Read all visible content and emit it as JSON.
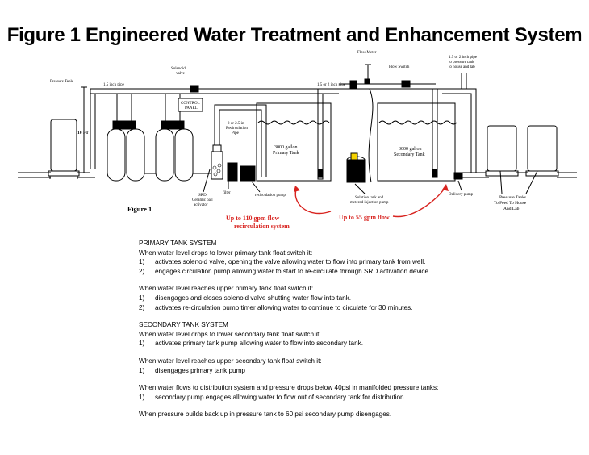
{
  "title": "Figure 1 Engineered Water Treatment and Enhancement System",
  "diagram": {
    "figure_label": "Figure 1",
    "labels": {
      "pressure_tank": "Pressure Tank",
      "solenoid_valve_1": "Solenoid",
      "solenoid_valve_2": "valve",
      "pipe_1_5_left": "1.5 inch pipe",
      "pipe_1_5_mid": "1.5 or 2 inch pipe",
      "flow_meter": "Flow Meter",
      "flow_switch": "Flow Switch",
      "pipe_top_right_1": "1.5 or 2 inch pipe",
      "pipe_top_right_2": "to pressure tank",
      "pipe_top_right_3": "to house and lab",
      "height": "10 FT",
      "control_panel_1": "CONTROL",
      "control_panel_2": "PANEL",
      "recirc_pipe_1": "2 or 2.5 in",
      "recirc_pipe_2": "Recirculation",
      "recirc_pipe_3": "Pipe",
      "primary_tank_1": "3000 gallon",
      "primary_tank_2": "Primary Tank",
      "secondary_tank_1": "3000 gallon",
      "secondary_tank_2": "Secondary Tank",
      "srd_1": "SRD",
      "srd_2": "Ceramic ball",
      "srd_3": "activator",
      "filter": "filter",
      "recirc_pump": "recirculation pump",
      "solution_tank_1": "Solution tank and",
      "solution_tank_2": "metered injection pump",
      "delivery_pump": "Delivery pump",
      "pressure_tanks_1": "Pressure Tanks",
      "pressure_tanks_2": "To Feed To House",
      "pressure_tanks_3": "And Lab"
    },
    "callouts": {
      "recirc_flow_1": "Up to 110 gpm flow",
      "recirc_flow_2": "recirculation system",
      "flow_55": "Up to 55 gpm flow"
    },
    "accent_color": "#d8231f"
  },
  "description": {
    "primary_heading": "PRIMARY TANK SYSTEM",
    "primary_low": "When water level drops to lower primary tank float switch it:",
    "primary_low_1_num": "1)",
    "primary_low_1": "activates solenoid valve, opening the valve allowing water to flow into primary tank from well.",
    "primary_low_2_num": "2)",
    "primary_low_2": "engages circulation pump allowing water to start to re-circulate through SRD activation device",
    "primary_high": "When water level reaches upper primary tank float switch it:",
    "primary_high_1_num": "1)",
    "primary_high_1": "disengages and closes solenoid valve shutting water flow into tank.",
    "primary_high_2_num": "2)",
    "primary_high_2": "activates re-circulation pump timer allowing water to continue to circulate for 30 minutes.",
    "secondary_heading": "SECONDARY TANK SYSTEM",
    "secondary_low": "When water level drops to lower secondary tank float switch it:",
    "secondary_low_1_num": "1)",
    "secondary_low_1": "activates primary tank pump allowing water to flow into secondary tank.",
    "secondary_high": "When water level reaches upper secondary tank float switch it:",
    "secondary_high_1_num": "1)",
    "secondary_high_1": "disengages primary tank pump",
    "distribution": "When water flows to distribution system and pressure drops below 40psi in manifolded pressure tanks:",
    "distribution_1_num": "1)",
    "distribution_1": "secondary pump engages allowing water to flow out of secondary tank for distribution.",
    "final": "When pressure builds back up in pressure tank to 60 psi secondary pump disengages."
  }
}
